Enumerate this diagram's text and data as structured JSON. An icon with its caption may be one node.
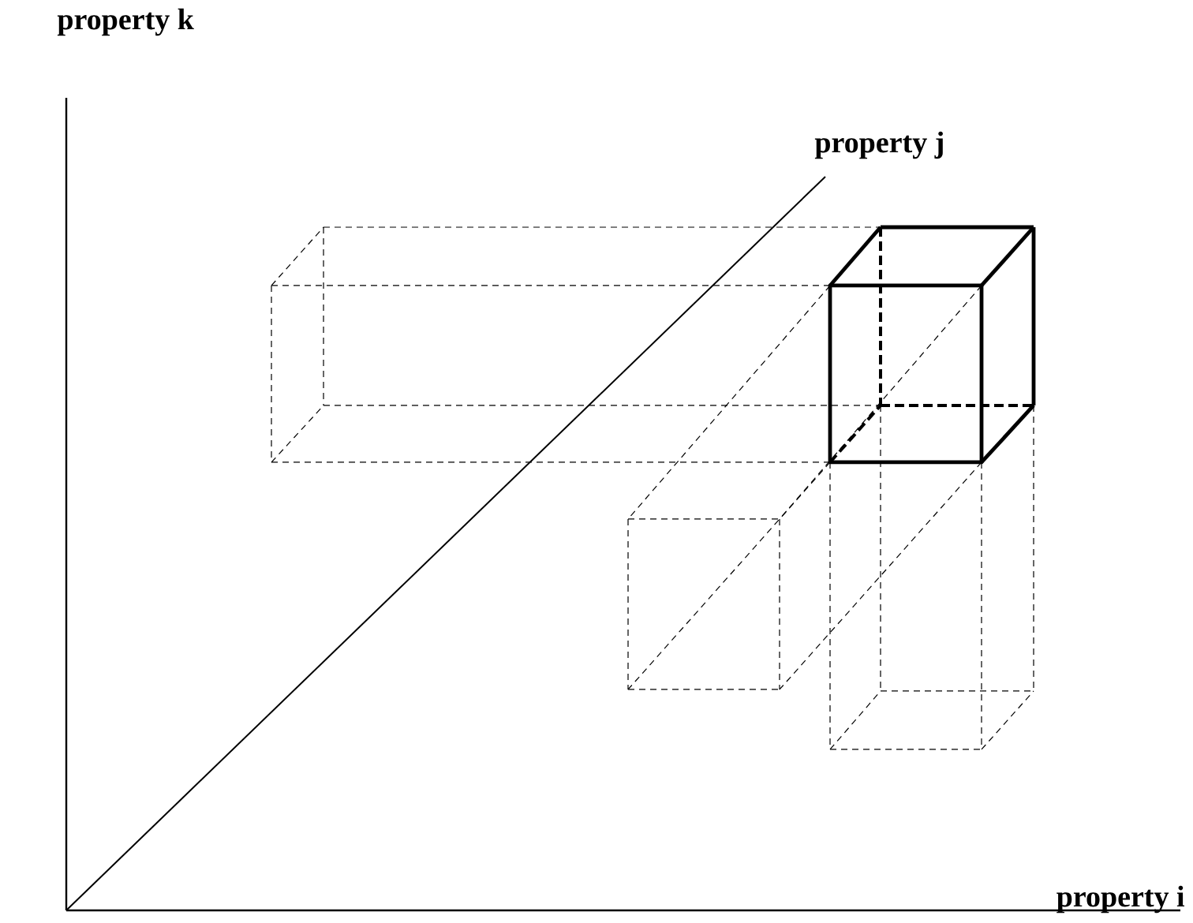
{
  "diagram": {
    "labels": [
      "property k",
      "property j",
      "property i"
    ]
  }
}
